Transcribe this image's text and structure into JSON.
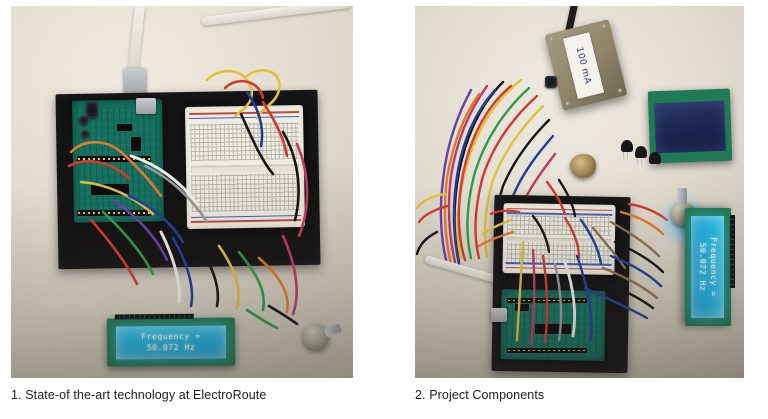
{
  "document": {
    "background_color": "#ffffff",
    "figures": [
      {
        "id": "figure-1",
        "caption": "1. State-of the-art technology at ElectroRoute",
        "alt_summary": "Arduino board and breadboard circuit mounted on a black base, wired to a blue backlit LCD and a potentiometer on a beige desk",
        "lcd": {
          "line1": "Frequency =",
          "line2": "50.072 Hz",
          "backlight_color": "#22b6e6",
          "text_color": "#eafdff",
          "powered": true
        },
        "components": [
          "arduino-board",
          "breadboard",
          "lcd-display",
          "potentiometer",
          "usb-cable",
          "jumper-wires"
        ]
      },
      {
        "id": "figure-2",
        "caption": "2. Project Components",
        "alt_summary": "Project parts laid out: grey enclosure labelled 100 mA, spare LCD module, bundle of jumper wires, coil, transistors, and the assembled Arduino breadboard with a lit LCD",
        "enclosure": {
          "label_text": "100 mA",
          "label_ink_color": "#2c3270",
          "body_color": "#8d8469"
        },
        "lcd_powered": {
          "line1": "Frequency =",
          "line2": "50.072 Hz",
          "backlight_color": "#22b6e6",
          "rotated": true
        },
        "lcd_spare": {
          "powered": false,
          "screen_color": "#1d2550",
          "pcb_color": "#15705f"
        },
        "components": [
          "enclosure-box",
          "spare-lcd-module",
          "jumper-wire-bundle",
          "coil-inductor",
          "transistors",
          "arduino-board",
          "breadboard",
          "potentiometer",
          "lcd-display",
          "usb-cable"
        ]
      }
    ]
  },
  "palette": {
    "paper": "#e3ddd1",
    "board_black": "#121212",
    "pcb_green": "#15705f",
    "lcd_blue": "#22b6e6",
    "caption_text": "#1d1d1d"
  }
}
